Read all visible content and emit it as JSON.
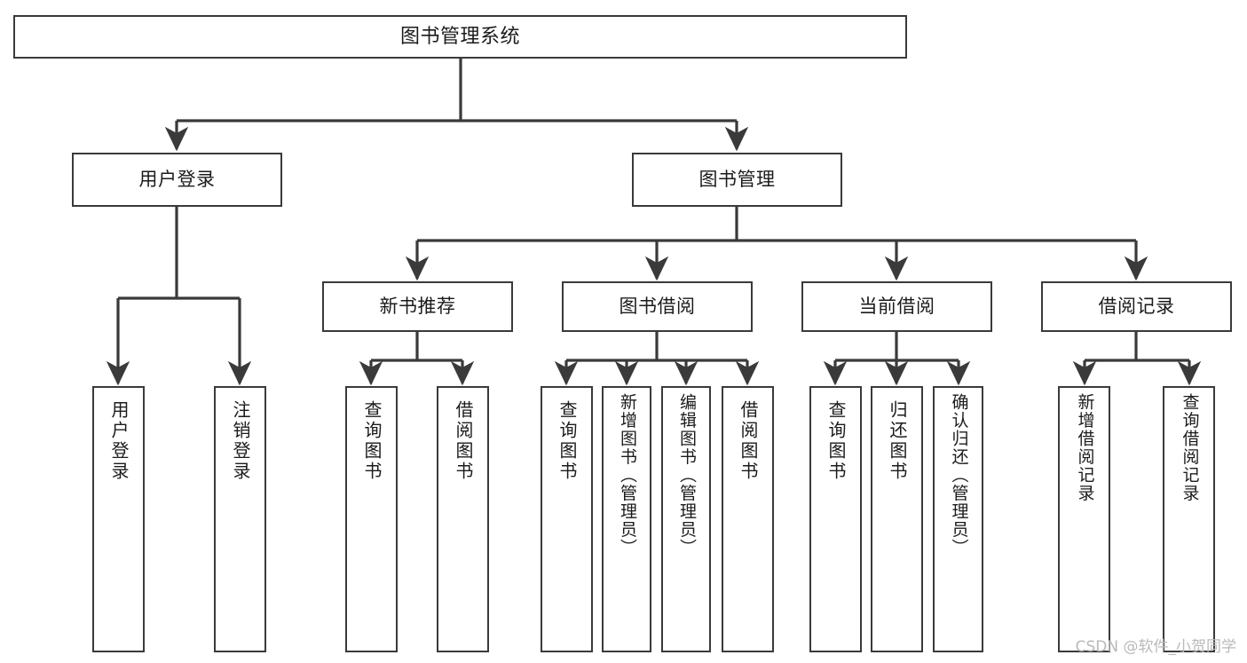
{
  "diagram": {
    "type": "tree",
    "title": "图书管理系统",
    "background": "#ffffff",
    "line_color": "#3a3a3a",
    "box_fill": "#ffffff",
    "text_color": "#1b1b1b",
    "watermark": "CSDN @软件_小贺同学",
    "nodes": {
      "root": {
        "label": "图书管理系统"
      },
      "level1": [
        {
          "id": "user-login",
          "label": "用户登录"
        },
        {
          "id": "book-manage",
          "label": "图书管理"
        }
      ],
      "level2": [
        {
          "id": "new-book-recommend",
          "label": "新书推荐"
        },
        {
          "id": "book-borrow",
          "label": "图书借阅"
        },
        {
          "id": "current-borrow",
          "label": "当前借阅"
        },
        {
          "id": "borrow-record",
          "label": "借阅记录"
        }
      ],
      "leaves": {
        "user-login": [
          {
            "id": "leaf-user-login",
            "label": "用户登录"
          },
          {
            "id": "leaf-logout-login",
            "label": "注销登录"
          }
        ],
        "new-book-recommend": [
          {
            "id": "leaf-query-book-1",
            "label": "查询图书"
          },
          {
            "id": "leaf-borrow-book-1",
            "label": "借阅图书"
          }
        ],
        "book-borrow": [
          {
            "id": "leaf-query-book-2",
            "label": "查询图书"
          },
          {
            "id": "leaf-add-book",
            "label": "新增图书（管理员）"
          },
          {
            "id": "leaf-edit-book",
            "label": "编辑图书（管理员）"
          },
          {
            "id": "leaf-borrow-book-2",
            "label": "借阅图书"
          }
        ],
        "current-borrow": [
          {
            "id": "leaf-query-book-3",
            "label": "查询图书"
          },
          {
            "id": "leaf-return-book",
            "label": "归还图书"
          },
          {
            "id": "leaf-confirm-return",
            "label": "确认归还（管理员）"
          }
        ],
        "borrow-record": [
          {
            "id": "leaf-add-record",
            "label": "新增借阅记录"
          },
          {
            "id": "leaf-query-record",
            "label": "查询借阅记录"
          }
        ]
      }
    }
  }
}
